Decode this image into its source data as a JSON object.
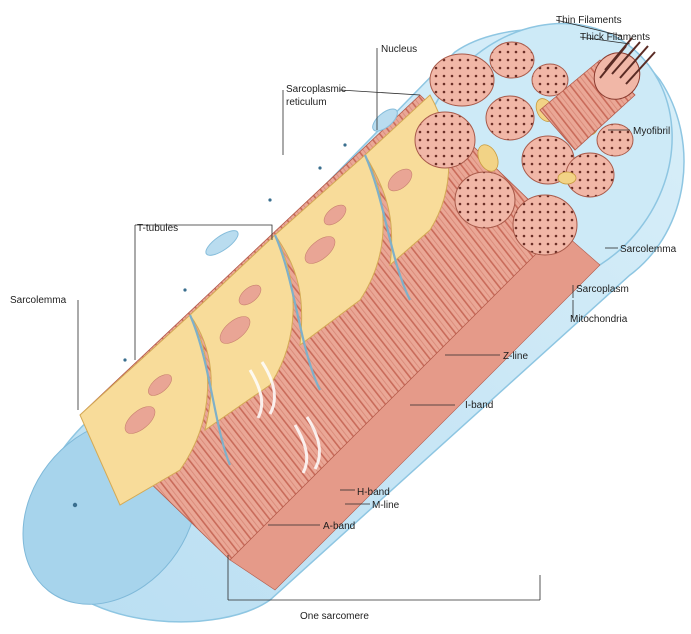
{
  "labels": {
    "thin_filaments": "Thin Filaments",
    "thick_filaments": "Thick Filaments",
    "nucleus": "Nucleus",
    "sr_line1": "Sarcoplasmic",
    "sr_line2": "reticulum",
    "myofibril": "Myofibril",
    "t_tubules": "T-tubules",
    "sarcolemma_left": "Sarcolemma",
    "sarcolemma_right": "Sarcolemma",
    "sarcoplasm": "Sarcoplasm",
    "mitochondria": "Mitochondria",
    "z_line": "Z-line",
    "i_band": "I-band",
    "h_band": "H-band",
    "m_line": "M-line",
    "a_band": "A-band",
    "one_sarcomere": "One sarcomere"
  },
  "colors": {
    "membrane": "#cfe9f6",
    "membrane_edge": "#8ec6e2",
    "myofibril": "#e9a595",
    "myofibril_stripe": "#c96b5a",
    "reticulum": "#f8dc9a",
    "reticulum_edge": "#d4aa55",
    "mitochondria": "#f2d386",
    "nucleus": "#b9dcef"
  }
}
